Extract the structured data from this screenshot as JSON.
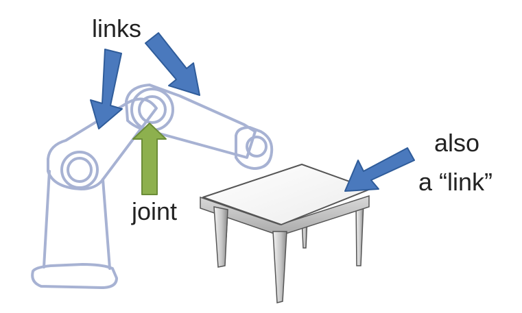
{
  "labels": {
    "links": "links",
    "joint": "joint",
    "also": "also",
    "a_link": "a “link”"
  },
  "colors": {
    "robot_outline": "#a7b2d3",
    "link_arrow": "#4a79bd",
    "link_arrow_edge": "#2f5c9a",
    "joint_arrow": "#8db04e",
    "joint_arrow_edge": "#6b8c38",
    "table_top": "#f7f7f7",
    "table_edge": "#555555",
    "text": "#222222"
  },
  "icons": {
    "robot_arm": "robot-arm-outline",
    "table": "table",
    "link_arrows": "block-arrow",
    "joint_arrow": "block-arrow-up"
  }
}
